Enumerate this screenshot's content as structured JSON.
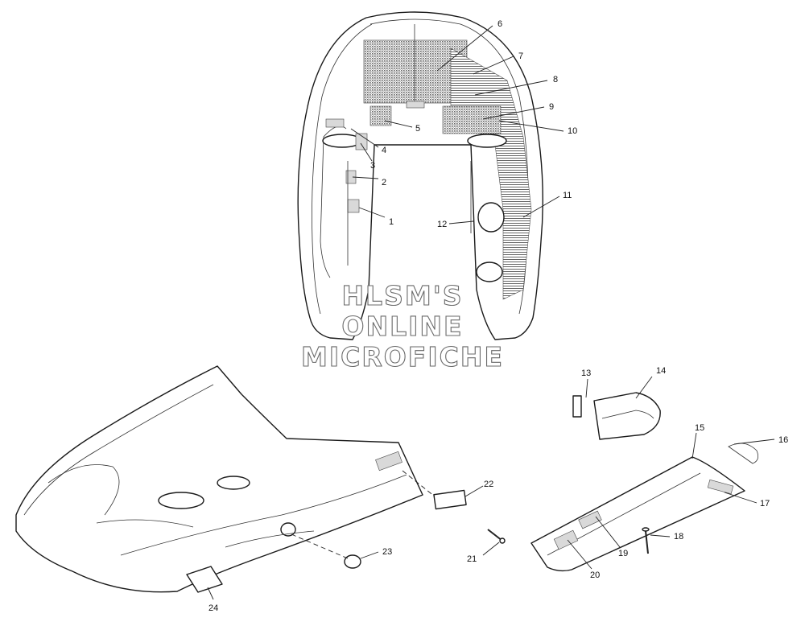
{
  "watermark": {
    "line1": "HLSM'S",
    "line2": "ONLINE",
    "line3": "MICROFICHE"
  },
  "callouts": [
    {
      "id": "1",
      "label": "1"
    },
    {
      "id": "2",
      "label": "2"
    },
    {
      "id": "3",
      "label": "3"
    },
    {
      "id": "4",
      "label": "4"
    },
    {
      "id": "5",
      "label": "5"
    },
    {
      "id": "6",
      "label": "6"
    },
    {
      "id": "7",
      "label": "7"
    },
    {
      "id": "8",
      "label": "8"
    },
    {
      "id": "9",
      "label": "9"
    },
    {
      "id": "10",
      "label": "10"
    },
    {
      "id": "11",
      "label": "11"
    },
    {
      "id": "12",
      "label": "12"
    },
    {
      "id": "13",
      "label": "13"
    },
    {
      "id": "14",
      "label": "14"
    },
    {
      "id": "15",
      "label": "15"
    },
    {
      "id": "16",
      "label": "16"
    },
    {
      "id": "17",
      "label": "17"
    },
    {
      "id": "18",
      "label": "18"
    },
    {
      "id": "19",
      "label": "19"
    },
    {
      "id": "20",
      "label": "20"
    },
    {
      "id": "21",
      "label": "21"
    },
    {
      "id": "22",
      "label": "22"
    },
    {
      "id": "23",
      "label": "23"
    },
    {
      "id": "24",
      "label": "24"
    }
  ]
}
